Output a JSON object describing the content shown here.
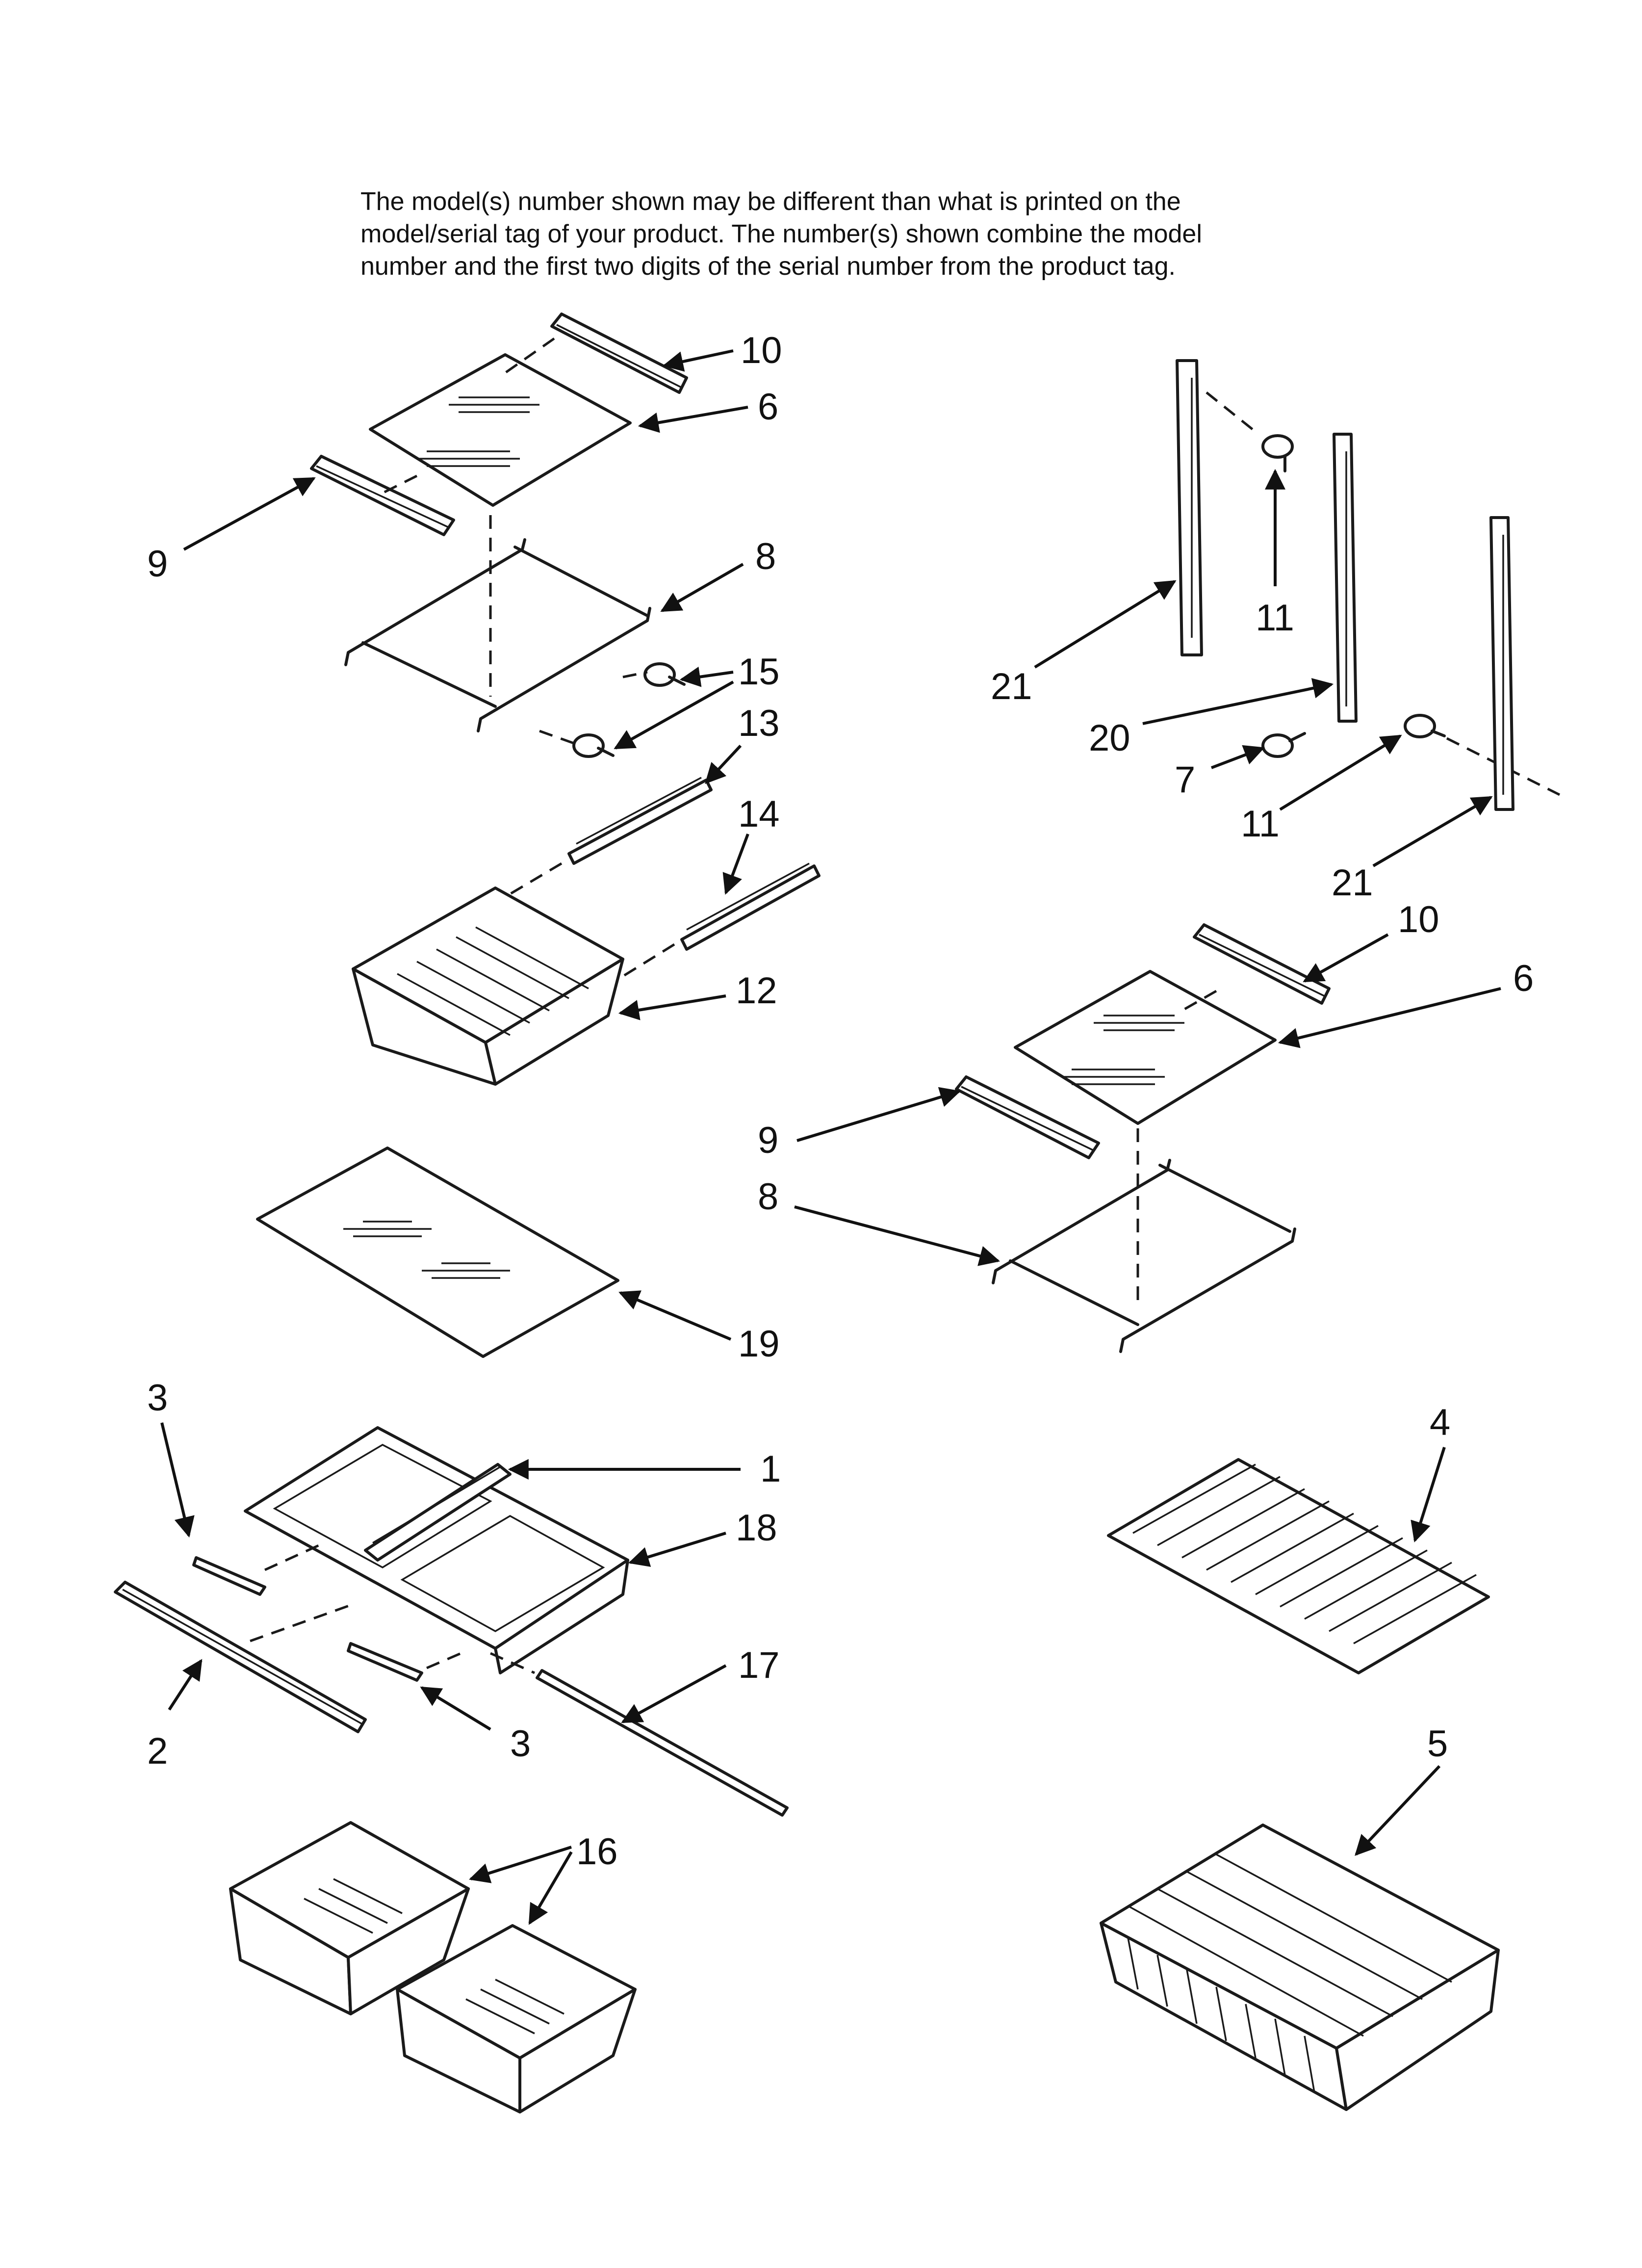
{
  "notice": {
    "line1": "The model(s) number shown may be different than what is printed on the",
    "line2": "model/serial tag of your product. The number(s) shown combine the model",
    "line3": "number and the first two digits of the serial number from the product tag."
  },
  "callouts": [
    {
      "id": "c10a",
      "label": "10"
    },
    {
      "id": "c6a",
      "label": "6"
    },
    {
      "id": "c9a",
      "label": "9"
    },
    {
      "id": "c8a",
      "label": "8"
    },
    {
      "id": "c15",
      "label": "15"
    },
    {
      "id": "c13",
      "label": "13"
    },
    {
      "id": "c14",
      "label": "14"
    },
    {
      "id": "c12",
      "label": "12"
    },
    {
      "id": "c19",
      "label": "19"
    },
    {
      "id": "c3a",
      "label": "3"
    },
    {
      "id": "c1",
      "label": "1"
    },
    {
      "id": "c18",
      "label": "18"
    },
    {
      "id": "c17",
      "label": "17"
    },
    {
      "id": "c2",
      "label": "2"
    },
    {
      "id": "c3b",
      "label": "3"
    },
    {
      "id": "c16",
      "label": "16"
    },
    {
      "id": "c11a",
      "label": "11"
    },
    {
      "id": "c21a",
      "label": "21"
    },
    {
      "id": "c20",
      "label": "20"
    },
    {
      "id": "c7",
      "label": "7"
    },
    {
      "id": "c11b",
      "label": "11"
    },
    {
      "id": "c21b",
      "label": "21"
    },
    {
      "id": "c10b",
      "label": "10"
    },
    {
      "id": "c6b",
      "label": "6"
    },
    {
      "id": "c9b",
      "label": "9"
    },
    {
      "id": "c8b",
      "label": "8"
    },
    {
      "id": "c4",
      "label": "4"
    },
    {
      "id": "c5",
      "label": "5"
    }
  ]
}
